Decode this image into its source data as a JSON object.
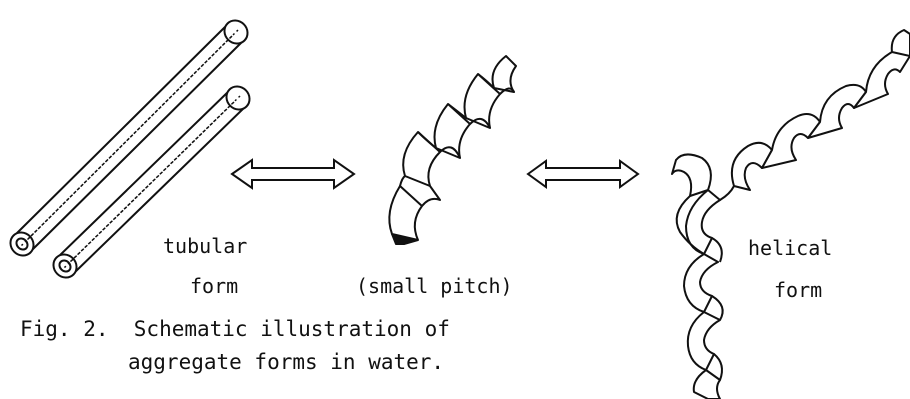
{
  "labels": {
    "tubular": "tubular",
    "tubular_form": "form",
    "small_pitch": "(small pitch)",
    "helical": "helical",
    "helical_form": "form"
  },
  "caption": {
    "line1": "Fig. 2.  Schematic illustration of",
    "line2": "aggregate forms in water."
  },
  "colors": {
    "ink": "#111111",
    "paper": "#ffffff"
  }
}
